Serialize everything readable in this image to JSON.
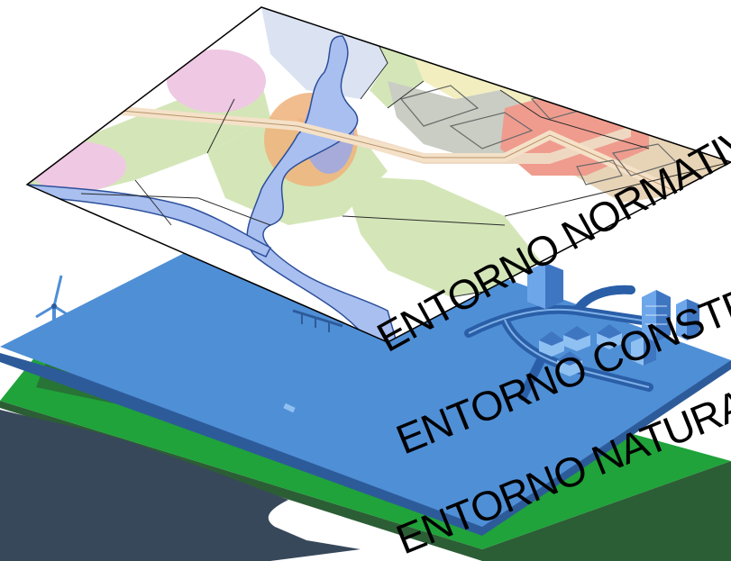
{
  "layers": [
    {
      "label": "ENTORNO NORMATIVO",
      "role": "top",
      "colors": {
        "edge": "#000000"
      }
    },
    {
      "label": "ENTORNO CONSTRUIDO",
      "role": "middle",
      "colors": {
        "top": "#4f8fd6",
        "side": "#2d5b9a",
        "edge": "#1e3f72"
      }
    },
    {
      "label": "ENTORNO NATURAL",
      "role": "bottom",
      "colors": {
        "top": "#1fa33a",
        "side": "#2c5e35",
        "shadow": "#37485a"
      }
    }
  ],
  "zone_colors": {
    "green": "#d4e6b8",
    "pink": "#efc8e3",
    "yellow": "#f2eec0",
    "gray": "#c9cdc3",
    "peach": "#efd8c2",
    "red": "#ef9c8e",
    "river": "#a8bff0",
    "blue_circle": "#9aa8e8",
    "orange_circle": "#f0b27a"
  }
}
